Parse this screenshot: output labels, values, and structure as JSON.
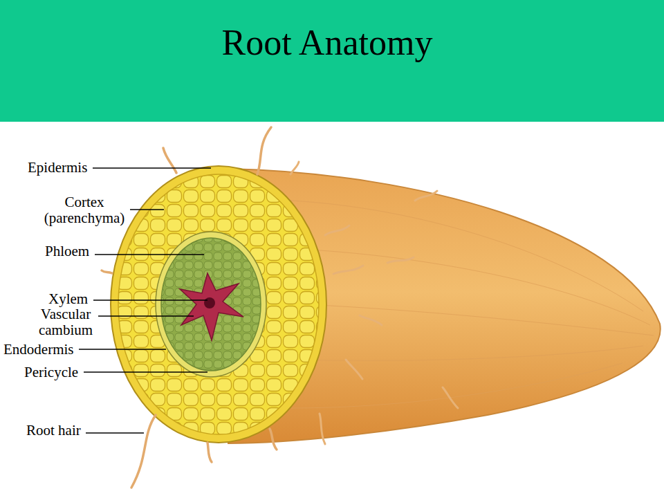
{
  "diagram": {
    "title": "Root Anatomy",
    "labels": [
      "Epidermis",
      "Cortex (parenchyma)",
      "Phloem",
      "Xylem",
      "Vascular cambium",
      "Endodermis",
      "Pericycle",
      "Root hair"
    ]
  }
}
